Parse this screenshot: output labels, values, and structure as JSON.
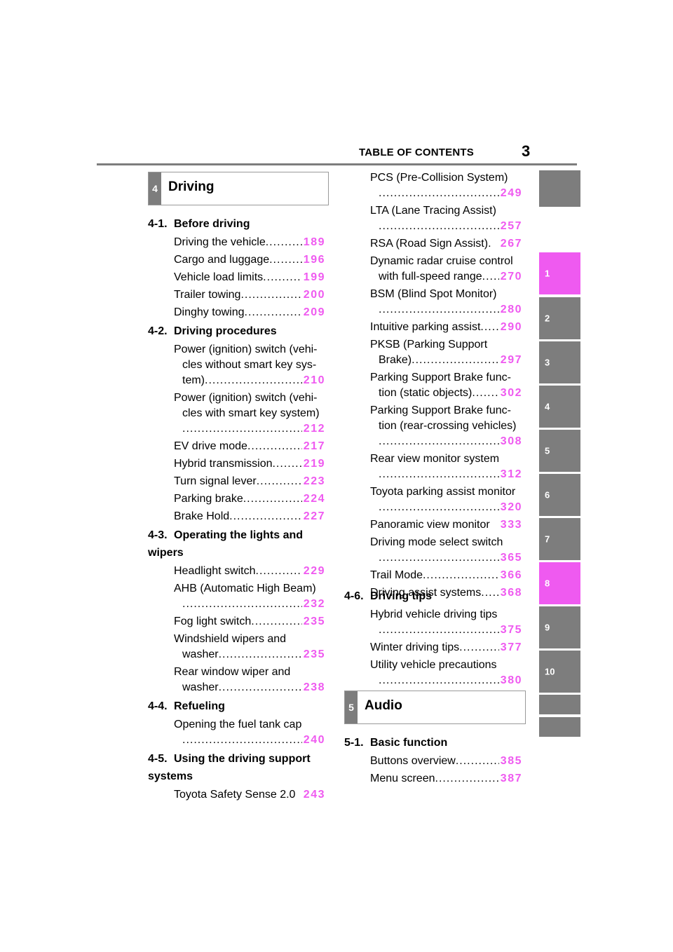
{
  "header": {
    "title": "TABLE OF CONTENTS",
    "page": "3"
  },
  "side_tabs": [
    {
      "label": "",
      "active": false
    },
    {
      "label": "1",
      "active": true
    },
    {
      "label": "2",
      "active": false
    },
    {
      "label": "3",
      "active": false
    },
    {
      "label": "4",
      "active": false
    },
    {
      "label": "5",
      "active": false
    },
    {
      "label": "6",
      "active": false
    },
    {
      "label": "7",
      "active": false
    },
    {
      "label": "8",
      "active": true
    },
    {
      "label": "9",
      "active": false
    },
    {
      "label": "10",
      "active": false
    },
    {
      "label": "",
      "active": false
    },
    {
      "label": "",
      "active": false
    }
  ],
  "sections": {
    "s4": {
      "num": "4",
      "title": "Driving"
    },
    "s5": {
      "num": "5",
      "title": "Audio"
    }
  },
  "left_groups": [
    {
      "num": "4-1.",
      "title": [
        "Before driving"
      ],
      "entries": [
        {
          "lines": [
            "Driving the vehicle"
          ],
          "page": "189"
        },
        {
          "lines": [
            "Cargo and luggage"
          ],
          "page": "196"
        },
        {
          "lines": [
            "Vehicle load limits"
          ],
          "page": "199"
        },
        {
          "lines": [
            "Trailer towing"
          ],
          "page": "200"
        },
        {
          "lines": [
            "Dinghy towing"
          ],
          "page": "209"
        }
      ]
    },
    {
      "num": "4-2.",
      "title": [
        "Driving procedures"
      ],
      "entries": [
        {
          "lines": [
            "Power (ignition) switch (vehi-",
            "cles without smart key sys-",
            "tem)"
          ],
          "page": "210"
        },
        {
          "lines": [
            "Power (ignition) switch (vehi-",
            "cles with smart key system)",
            ""
          ],
          "page": "212"
        },
        {
          "lines": [
            "EV drive mode"
          ],
          "page": "217"
        },
        {
          "lines": [
            "Hybrid transmission"
          ],
          "page": "219"
        },
        {
          "lines": [
            "Turn signal lever"
          ],
          "page": "223"
        },
        {
          "lines": [
            "Parking brake"
          ],
          "page": "224"
        },
        {
          "lines": [
            "Brake Hold"
          ],
          "page": "227"
        }
      ]
    },
    {
      "num": "4-3.",
      "title": [
        "Operating the lights and",
        "wipers"
      ],
      "entries": [
        {
          "lines": [
            "Headlight switch"
          ],
          "page": "229"
        },
        {
          "lines": [
            "AHB (Automatic High Beam)",
            ""
          ],
          "page": "232"
        },
        {
          "lines": [
            "Fog light switch"
          ],
          "page": "235"
        },
        {
          "lines": [
            "Windshield wipers and",
            "washer"
          ],
          "page": "235"
        },
        {
          "lines": [
            "Rear window wiper and",
            "washer"
          ],
          "page": "238"
        }
      ]
    },
    {
      "num": "4-4.",
      "title": [
        "Refueling"
      ],
      "entries": [
        {
          "lines": [
            "Opening the fuel tank cap",
            ""
          ],
          "page": "240"
        }
      ]
    },
    {
      "num": "4-5.",
      "title": [
        "Using the driving support",
        "systems"
      ],
      "entries": [
        {
          "lines": [
            "Toyota Safety Sense 2.0"
          ],
          "page": "243",
          "nodots": true
        }
      ]
    }
  ],
  "right_entries_top": [
    {
      "lines": [
        "PCS (Pre-Collision System)",
        ""
      ],
      "page": "249"
    },
    {
      "lines": [
        "LTA (Lane Tracing Assist)",
        ""
      ],
      "page": "257"
    },
    {
      "lines": [
        "RSA (Road Sign Assist)."
      ],
      "page": "267",
      "nodots": true
    },
    {
      "lines": [
        "Dynamic radar cruise control",
        "with full-speed range"
      ],
      "page": "270"
    },
    {
      "lines": [
        "BSM (Blind Spot Monitor)",
        ""
      ],
      "page": "280"
    },
    {
      "lines": [
        "Intuitive parking assist"
      ],
      "page": "290"
    },
    {
      "lines": [
        "PKSB (Parking Support",
        "Brake)"
      ],
      "page": "297"
    },
    {
      "lines": [
        "Parking Support Brake func-",
        "tion (static objects)"
      ],
      "page": "302"
    },
    {
      "lines": [
        "Parking Support Brake func-",
        "tion (rear-crossing vehicles)",
        ""
      ],
      "page": "308"
    },
    {
      "lines": [
        "Rear view monitor system",
        ""
      ],
      "page": "312"
    },
    {
      "lines": [
        "Toyota parking assist monitor",
        ""
      ],
      "page": "320"
    },
    {
      "lines": [
        "Panoramic view monitor"
      ],
      "page": "333",
      "nodots": true
    },
    {
      "lines": [
        "Driving mode select switch",
        ""
      ],
      "page": "365"
    },
    {
      "lines": [
        "Trail Mode"
      ],
      "page": "366"
    },
    {
      "lines": [
        "Driving assist systems"
      ],
      "page": "368"
    }
  ],
  "right_groups": [
    {
      "num": "4-6.",
      "title": [
        "Driving tips"
      ],
      "entries": [
        {
          "lines": [
            "Hybrid vehicle driving tips",
            ""
          ],
          "page": "375"
        },
        {
          "lines": [
            "Winter driving tips"
          ],
          "page": "377"
        },
        {
          "lines": [
            "Utility vehicle precautions",
            ""
          ],
          "page": "380"
        }
      ]
    }
  ],
  "audio_groups": [
    {
      "num": "5-1.",
      "title": [
        "Basic function"
      ],
      "entries": [
        {
          "lines": [
            "Buttons overview"
          ],
          "page": "385"
        },
        {
          "lines": [
            "Menu screen"
          ],
          "page": "387"
        }
      ]
    }
  ]
}
